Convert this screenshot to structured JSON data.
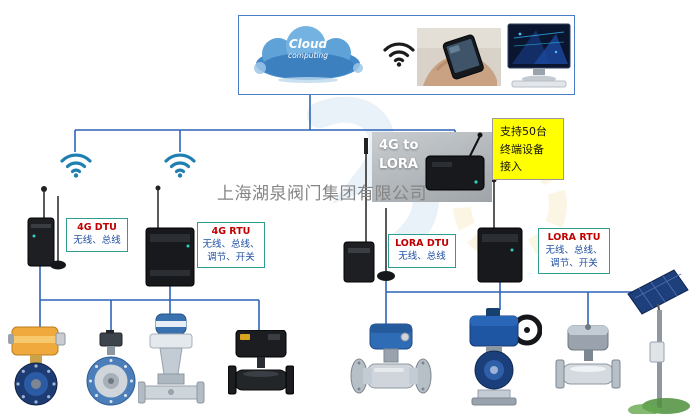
{
  "watermark": {
    "company": "上海湖泉阀门集团有限公司"
  },
  "header": {
    "cloud_title": "Cloud",
    "cloud_subtitle": "computing"
  },
  "gateway": {
    "line1": "4G to",
    "line2": "LORA"
  },
  "note": {
    "line1": "支持50台",
    "line2": "终端设备",
    "line3": "接入"
  },
  "nodes": {
    "dtu4g": {
      "title": "4G DTU",
      "desc1": "无线、总线"
    },
    "rtu4g": {
      "title": "4G RTU",
      "desc1": "无线、总线、",
      "desc2": "调节、开关"
    },
    "loradtu": {
      "title": "LORA DTU",
      "desc1": "无线、总线"
    },
    "lorartu": {
      "title": "LORA RTU",
      "desc1": "无线、总线、",
      "desc2": "调节、开关"
    }
  },
  "icons": {
    "wifi": "wifi-signal-icon",
    "cloud": "cloud-computing-icon",
    "monitor": "desktop-monitor-photo",
    "phone": "hand-holding-phone-photo",
    "solar": "solar-panel-pole"
  },
  "colors": {
    "connector": "#2e64b5",
    "node_border": "#2f9e8f",
    "node_title": "#c00000",
    "node_desc": "#1f4fa0",
    "note_bg": "#ffff00",
    "wifi_teal": "#1f7fb0"
  },
  "products": [
    "yellow-electric-butterfly-valve",
    "butterfly-valve-small-actuator",
    "electric-gate-valve",
    "black-electric-ball-valve",
    "blue-electric-flanged-ball-valve",
    "blue-actuator-handwheel-valve",
    "stainless-electric-ball-valve",
    "solar-power-pole"
  ]
}
